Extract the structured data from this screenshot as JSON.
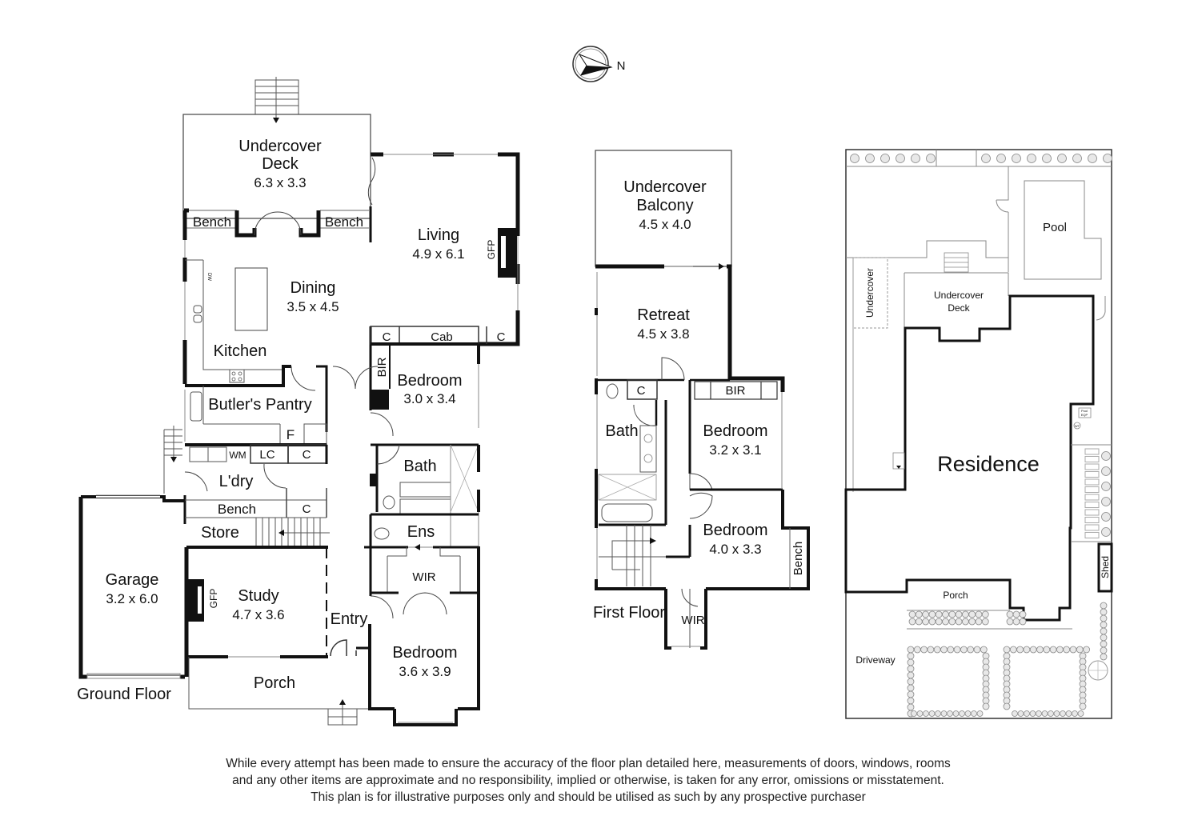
{
  "compass": {
    "label": "N"
  },
  "ground_floor": {
    "title": "Ground Floor",
    "rooms": {
      "undercover_deck": {
        "name_line1": "Undercover",
        "name_line2": "Deck",
        "size": "6.3 x 3.3"
      },
      "living": {
        "name": "Living",
        "size": "4.9 x 6.1"
      },
      "dining": {
        "name": "Dining",
        "size": "3.5 x 4.5"
      },
      "kitchen": {
        "name": "Kitchen"
      },
      "butlers_pantry": {
        "name": "Butler's Pantry"
      },
      "laundry": {
        "name": "L'dry"
      },
      "store": {
        "name": "Store"
      },
      "garage": {
        "name": "Garage",
        "size": "3.2 x 6.0"
      },
      "study": {
        "name": "Study",
        "size": "4.7 x 3.6"
      },
      "entry": {
        "name": "Entry"
      },
      "porch": {
        "name": "Porch"
      },
      "bedroom1": {
        "name": "Bedroom",
        "size": "3.0 x 3.4"
      },
      "bath": {
        "name": "Bath"
      },
      "ensuite": {
        "name": "Ens"
      },
      "wir": {
        "name": "WIR"
      },
      "bedroom2": {
        "name": "Bedroom",
        "size": "3.6 x 3.9"
      }
    },
    "fixtures": {
      "bench_left": "Bench",
      "bench_right": "Bench",
      "bench_laundry": "Bench",
      "cab": "Cab",
      "c_living_left": "C",
      "c_living_right": "C",
      "bir": "BIR",
      "gfp_living": "GFP",
      "gfp_study": "GFP",
      "fridge": "F",
      "wm": "WM",
      "lc": "LC",
      "c_laundry": "C",
      "c_bench": "C",
      "dw": "DW"
    }
  },
  "first_floor": {
    "title": "First Floor",
    "rooms": {
      "balcony": {
        "name_line1": "Undercover",
        "name_line2": "Balcony",
        "size": "4.5 x 4.0"
      },
      "retreat": {
        "name": "Retreat",
        "size": "4.5 x 3.8"
      },
      "bath": {
        "name": "Bath"
      },
      "bedroom1": {
        "name": "Bedroom",
        "size": "3.2 x 3.1"
      },
      "bedroom2": {
        "name": "Bedroom",
        "size": "4.0 x 3.3"
      },
      "wir": {
        "name": "WIR"
      }
    },
    "fixtures": {
      "c": "C",
      "bir": "BIR",
      "bench": "Bench"
    }
  },
  "site_plan": {
    "residence": "Residence",
    "pool": "Pool",
    "undercover": "Undercover",
    "deck_line1": "Undercover",
    "deck_line2": "Deck",
    "porch": "Porch",
    "driveway": "Driveway",
    "shed": "Shed",
    "pool_eqp_line1": "Pool",
    "pool_eqp_line2": "EQP",
    "wt": "WT"
  },
  "disclaimer": {
    "line1": "While every attempt has been made to ensure the accuracy of the floor plan detailed here, measurements of doors, windows, rooms",
    "line2": "and any other items are approximate and no responsibility, implied or otherwise, is taken for any error, omissions or misstatement.",
    "line3": "This plan is for illustrative purposes only and should be utilised as such by any prospective purchaser"
  },
  "colors": {
    "wall": "#111111",
    "thin": "#555555",
    "shrub": "#888888"
  }
}
